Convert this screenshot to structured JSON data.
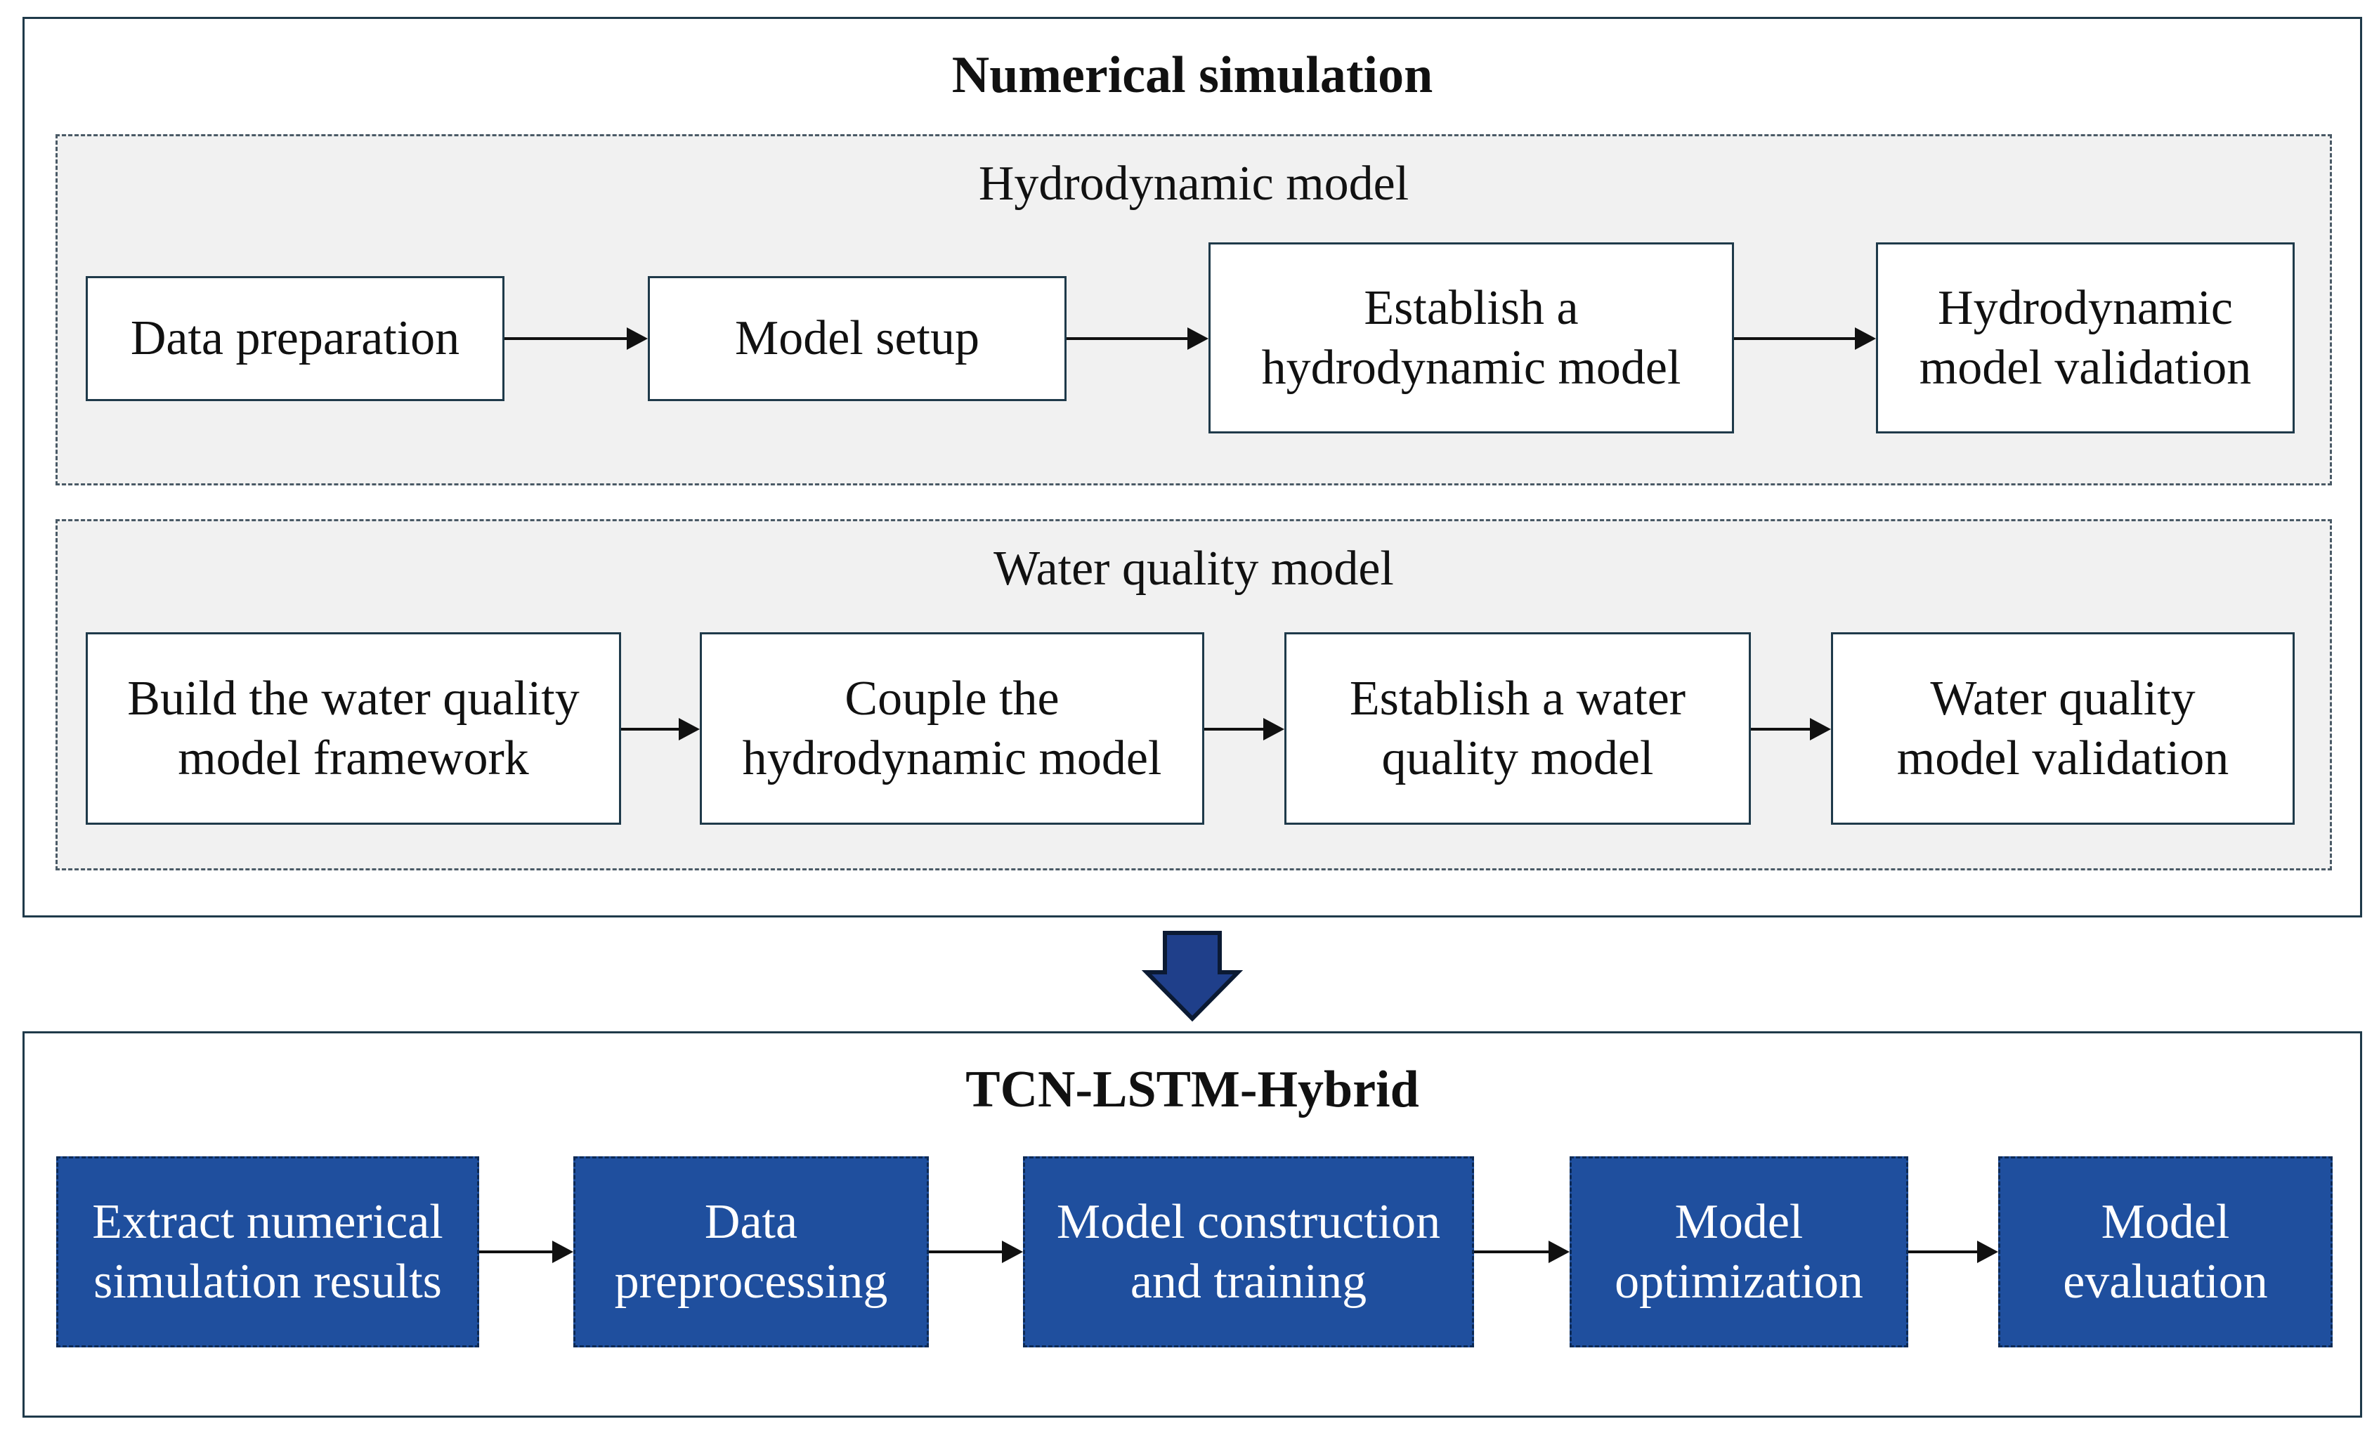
{
  "numerical_simulation": {
    "title": "Numerical simulation",
    "hydrodynamic": {
      "title": "Hydrodynamic model",
      "steps": [
        "Data preparation",
        "Model setup",
        "Establish a\nhydrodynamic model",
        "Hydrodynamic\nmodel validation"
      ]
    },
    "water_quality": {
      "title": "Water quality model",
      "steps": [
        "Build the water quality\nmodel framework",
        "Couple the\nhydrodynamic model",
        "Establish a water\nquality model",
        "Water quality\nmodel validation"
      ]
    }
  },
  "tcn": {
    "title": "TCN-LSTM-Hybrid",
    "steps": [
      "Extract numerical\nsimulation results",
      "Data\npreprocessing",
      "Model construction\nand training",
      "Model\noptimization",
      "Model\nevaluation"
    ]
  },
  "colors": {
    "blue_box": "#1f4f9e",
    "border": "#1f3a4a",
    "panel": "#f1f1f1",
    "big_arrow": "#1f3f8a"
  }
}
